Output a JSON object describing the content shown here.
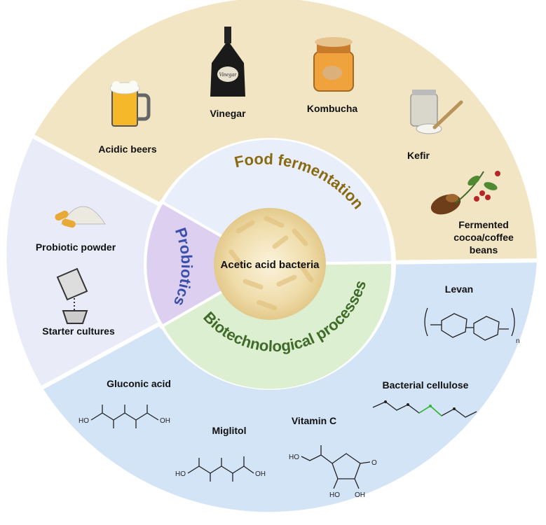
{
  "center": {
    "label": "Acetic acid bacteria"
  },
  "sectors": {
    "food": {
      "label": "Food fermentation",
      "color": "#8a6a10",
      "bg": "#f2e5c4",
      "inner_bg": "#e8eefa"
    },
    "probiotics": {
      "label": "Probiotics",
      "color": "#3a4fa8",
      "bg": "#e9ecf8",
      "inner_bg": "#dccff0"
    },
    "biotech": {
      "label": "Biotechnological processes",
      "color": "#3f6a2a",
      "bg": "#d4e4f7",
      "inner_bg": "#dcefd0"
    }
  },
  "items": {
    "acidic_beers": "Acidic beers",
    "vinegar": "Vinegar",
    "vinegar_bottle_label": "Vinegar",
    "kombucha": "Kombucha",
    "kefir": "Kefir",
    "cocoa_line1": "Fermented",
    "cocoa_line2": "cocoa/coffee",
    "cocoa_line3": "beans",
    "probiotic_powder": "Probiotic powder",
    "starter_cultures": "Starter cultures",
    "levan": "Levan",
    "levan_n": "n",
    "bacterial_cellulose": "Bacterial cellulose",
    "gluconic_acid": "Gluconic acid",
    "miglitol": "Miglitol",
    "vitamin_c": "Vitamin C"
  },
  "atoms": {
    "oh": "OH",
    "ho": "HO",
    "o": "O"
  }
}
